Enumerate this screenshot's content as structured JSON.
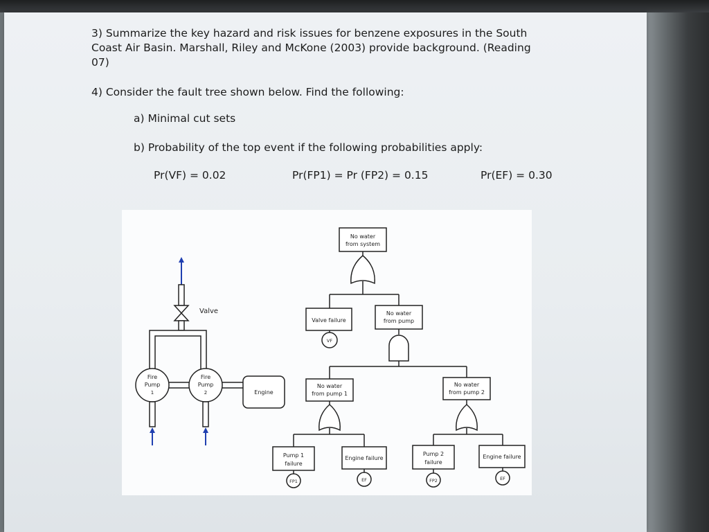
{
  "q3": {
    "text": "3) Summarize the key hazard and risk issues for benzene exposures in the South Coast Air Basin.  Marshall, Riley and McKone (2003) provide background.  (Reading 07)"
  },
  "q4": {
    "text": "4) Consider the fault tree shown below.  Find the following:",
    "a": "a)  Minimal cut sets",
    "b": "b)  Probability of the top event if the following probabilities apply:",
    "probabilities": {
      "vf": "Pr(VF) = 0.02",
      "fp": "Pr(FP1) = Pr (FP2) = 0.15",
      "ef": "Pr(EF) = 0.30"
    }
  },
  "figure": {
    "system": {
      "valve": "Valve",
      "pump1": [
        "Fire",
        "Pump",
        "1"
      ],
      "pump2": [
        "Fire",
        "Pump",
        "2"
      ],
      "engine": "Engine"
    },
    "tree": {
      "top": [
        "No water",
        "from system"
      ],
      "valve_failure": "Valve failure",
      "vf": "VF",
      "from_pump": [
        "No water",
        "from pump"
      ],
      "from_pump1": [
        "No water",
        "from pump 1"
      ],
      "from_pump2": [
        "No water",
        "from pump 2"
      ],
      "pump1_failure": [
        "Pump 1",
        "failure"
      ],
      "fp1": "FP1",
      "engine_failure_1": "Engine failure",
      "ef_1": "EF",
      "pump2_failure": [
        "Pump 2",
        "failure"
      ],
      "fp2": "FP2",
      "engine_failure_2": "Engine failure",
      "ef_2": "EF"
    }
  }
}
